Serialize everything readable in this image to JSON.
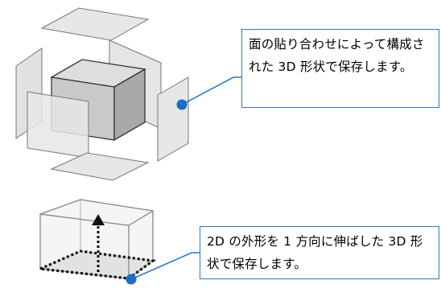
{
  "callouts": {
    "surface_model": "面の貼り合わせによって構成された 3D 形状で保存します。",
    "extrusion_model": "2D の外形を 1 方向に伸ばした 3D 形状で保存します。"
  },
  "colors": {
    "panel_fill": "#e7e7e7",
    "panel_stroke": "#777777",
    "cube_front": "#cccccc",
    "cube_top": "#e0e0e0",
    "cube_side": "#a8a8a8",
    "box_fill": "#f1f1f1",
    "base_fill": "#cfcfcf",
    "leader": "#2a79c9",
    "dot": "#1f6fbf"
  },
  "icons": [
    "exploded-panels-cube-figure",
    "extruded-box-figure",
    "extrusion-arrow-icon"
  ]
}
